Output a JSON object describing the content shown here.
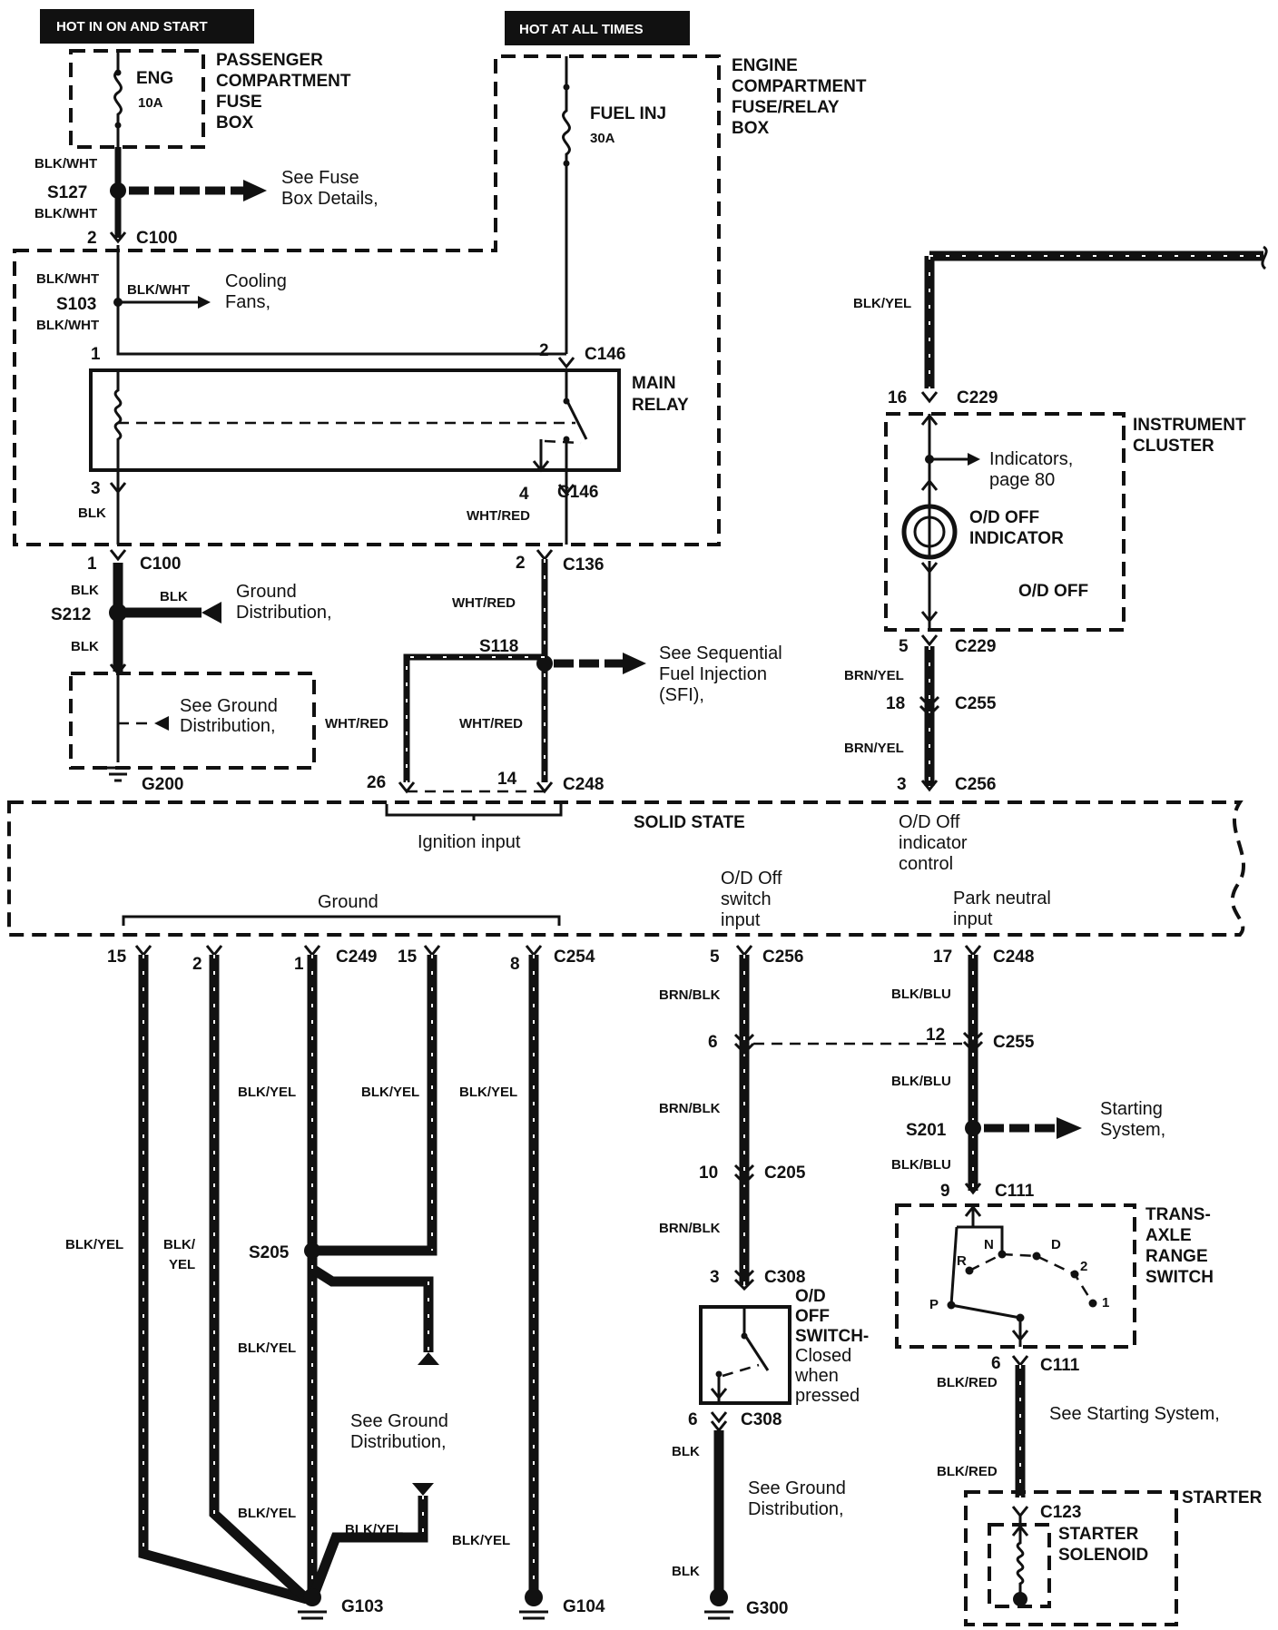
{
  "headers": {
    "hot_in_on_start": "HOT IN ON AND START",
    "hot_at_all_times": "HOT AT ALL TIMES"
  },
  "boxes": {
    "passenger_fuse_box": [
      "PASSENGER",
      "COMPARTMENT",
      "FUSE",
      "BOX"
    ],
    "engine_fuse_box": [
      "ENGINE",
      "COMPARTMENT",
      "FUSE/RELAY",
      "BOX"
    ],
    "main_relay": [
      "MAIN",
      "RELAY"
    ],
    "instrument_cluster": [
      "INSTRUMENT",
      "CLUSTER"
    ],
    "solid_state": "SOLID STATE",
    "transaxle_switch": [
      "TRANS-",
      "AXLE",
      "RANGE",
      "SWITCH"
    ],
    "starter": "STARTER",
    "starter_solenoid": [
      "STARTER",
      "SOLENOID"
    ],
    "od_off_switch": [
      "O/D",
      "OFF",
      "SWITCH-",
      "Closed",
      "when",
      "pressed"
    ]
  },
  "fuses": {
    "eng": {
      "name": "ENG",
      "rating": "10A"
    },
    "fuel_inj": {
      "name": "FUEL INJ",
      "rating": "30A"
    }
  },
  "splices": [
    "S127",
    "S103",
    "S212",
    "S118",
    "S205",
    "S201"
  ],
  "connectors": {
    "c100": "C100",
    "c146": "C146",
    "c136": "C136",
    "c248": "C248",
    "c229": "C229",
    "c255": "C255",
    "c256": "C256",
    "c249": "C249",
    "c254": "C254",
    "c205": "C205",
    "c308": "C308",
    "c111": "C111",
    "c123": "C123"
  },
  "grounds": [
    "G200",
    "G103",
    "G104",
    "G300"
  ],
  "pins": [
    "2",
    "1",
    "2",
    "3",
    "4",
    "1",
    "2",
    "26",
    "14",
    "16",
    "5",
    "18",
    "3",
    "15",
    "2",
    "1",
    "15",
    "8",
    "5",
    "6",
    "10",
    "3",
    "6",
    "17",
    "12",
    "9",
    "6"
  ],
  "wire_colors": {
    "blk_wht": "BLK/WHT",
    "blk": "BLK",
    "wht_red": "WHT/RED",
    "blk_yel": "BLK/YEL",
    "blk_yel_split": [
      "BLK/",
      "YEL"
    ],
    "brn_yel": "BRN/YEL",
    "brn_blk": "BRN/BLK",
    "blk_blu": "BLK/BLU",
    "blk_red": "BLK/RED"
  },
  "references": {
    "fuse_box_details": [
      "See Fuse",
      "Box Details,"
    ],
    "cooling_fans": [
      "Cooling",
      "Fans,"
    ],
    "ground_dist_1": [
      "Ground",
      "Distribution,"
    ],
    "ground_dist_2": [
      "See Ground",
      "Distribution,"
    ],
    "sfi": [
      "See Sequential",
      "Fuel Injection",
      "(SFI),"
    ],
    "indicators": [
      "Indicators,",
      "page 80"
    ],
    "starting_system_1": [
      "Starting",
      "System,"
    ],
    "starting_system_2": "See Starting System,",
    "ground_dist_3": [
      "See Ground",
      "Distribution,"
    ],
    "ground_dist_4": [
      "See Ground",
      "Distribution,"
    ]
  },
  "cluster": {
    "indicator": [
      "O/D OFF",
      "INDICATOR"
    ],
    "od_off": "O/D OFF"
  },
  "solid_state_inputs": {
    "ignition": "Ignition input",
    "od_indicator": [
      "O/D Off",
      "indicator",
      "control"
    ],
    "ground": "Ground",
    "od_switch": [
      "O/D Off",
      "switch",
      "input"
    ],
    "park_neutral": [
      "Park neutral",
      "input"
    ]
  },
  "gear_positions": [
    "P",
    "R",
    "N",
    "D",
    "2",
    "1"
  ]
}
